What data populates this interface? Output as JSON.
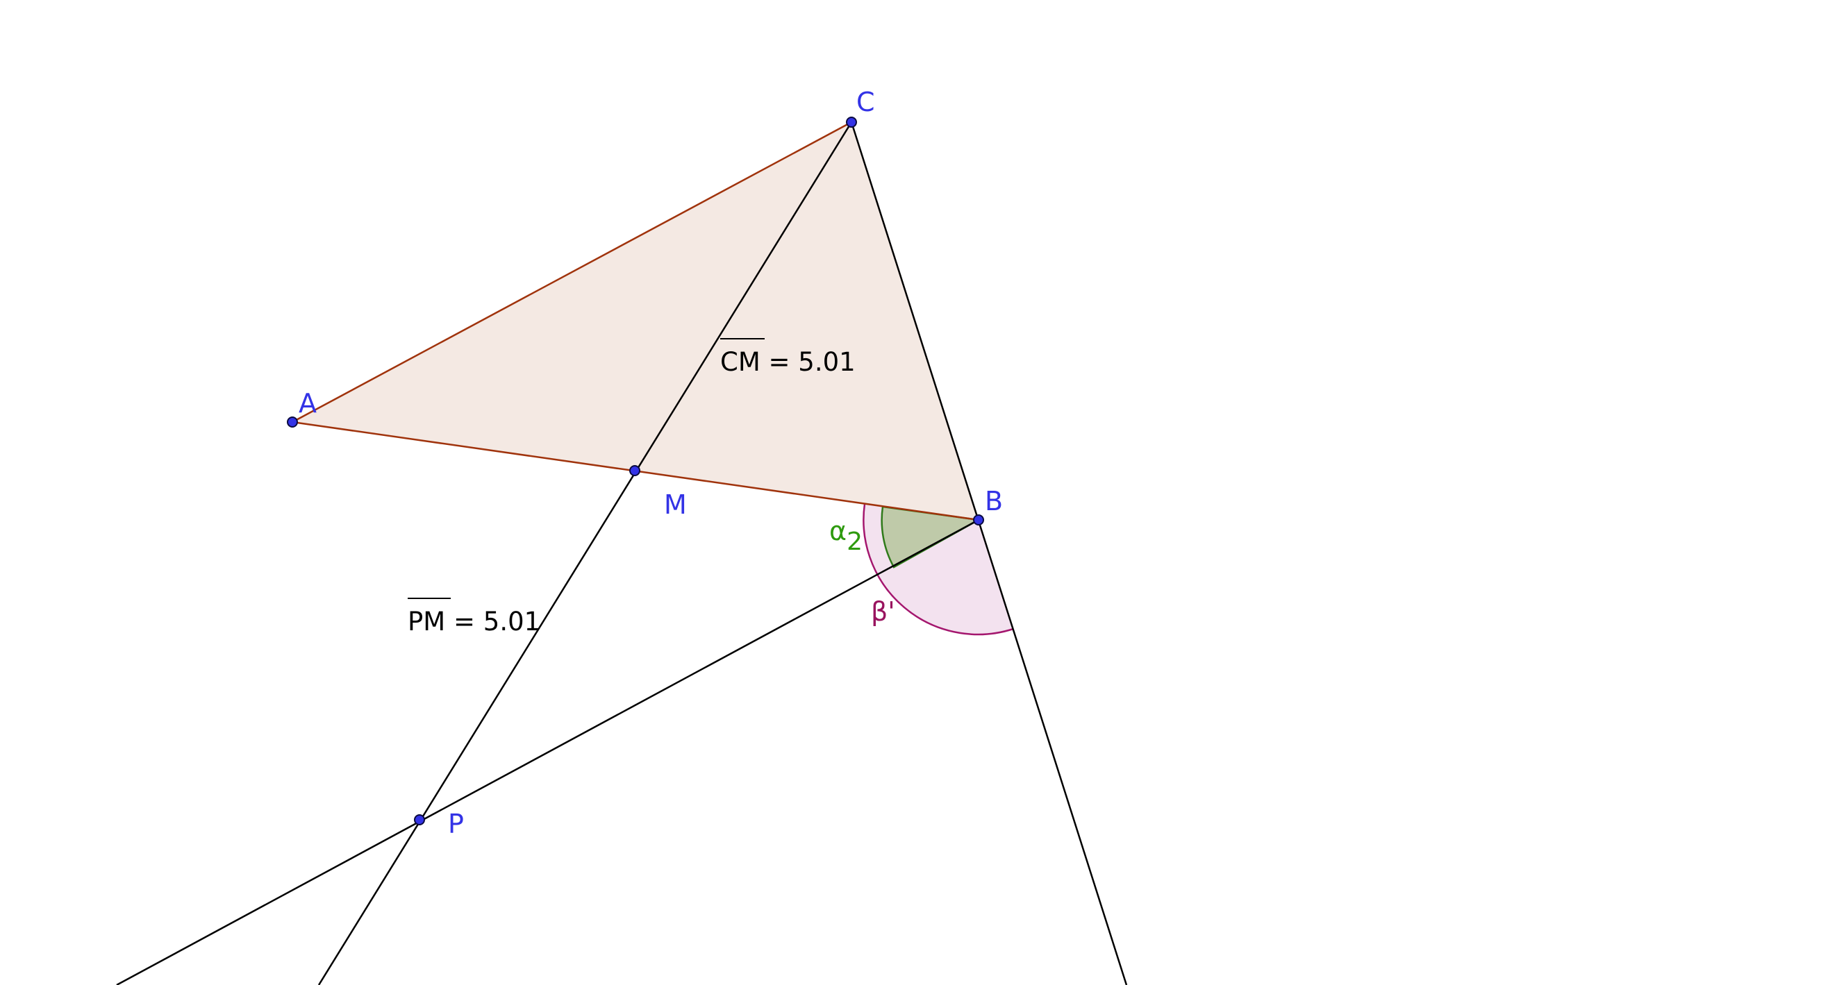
{
  "colors": {
    "point": "#3333e6",
    "triangle_fill": "#f4e9e3",
    "triangle_edge": "#a0330c",
    "line": "#000000",
    "alpha_fill": "#bfcaa9",
    "alpha_stroke": "#2f7a1a",
    "alpha_text": "#2e9a0e",
    "beta_fill": "#f3e2ef",
    "beta_stroke": "#a4166e",
    "beta_text": "#99145f"
  },
  "points": {
    "A": "A",
    "B": "B",
    "C": "C",
    "M": "M",
    "P": "P"
  },
  "measurements": {
    "cm": {
      "segment": "CM",
      "text": " = 5.01"
    },
    "pm": {
      "segment": "PM",
      "text": " = 5.01"
    }
  },
  "angles": {
    "alpha": {
      "symbol": "α",
      "subscript": "2"
    },
    "beta": {
      "symbol": "β'"
    }
  }
}
